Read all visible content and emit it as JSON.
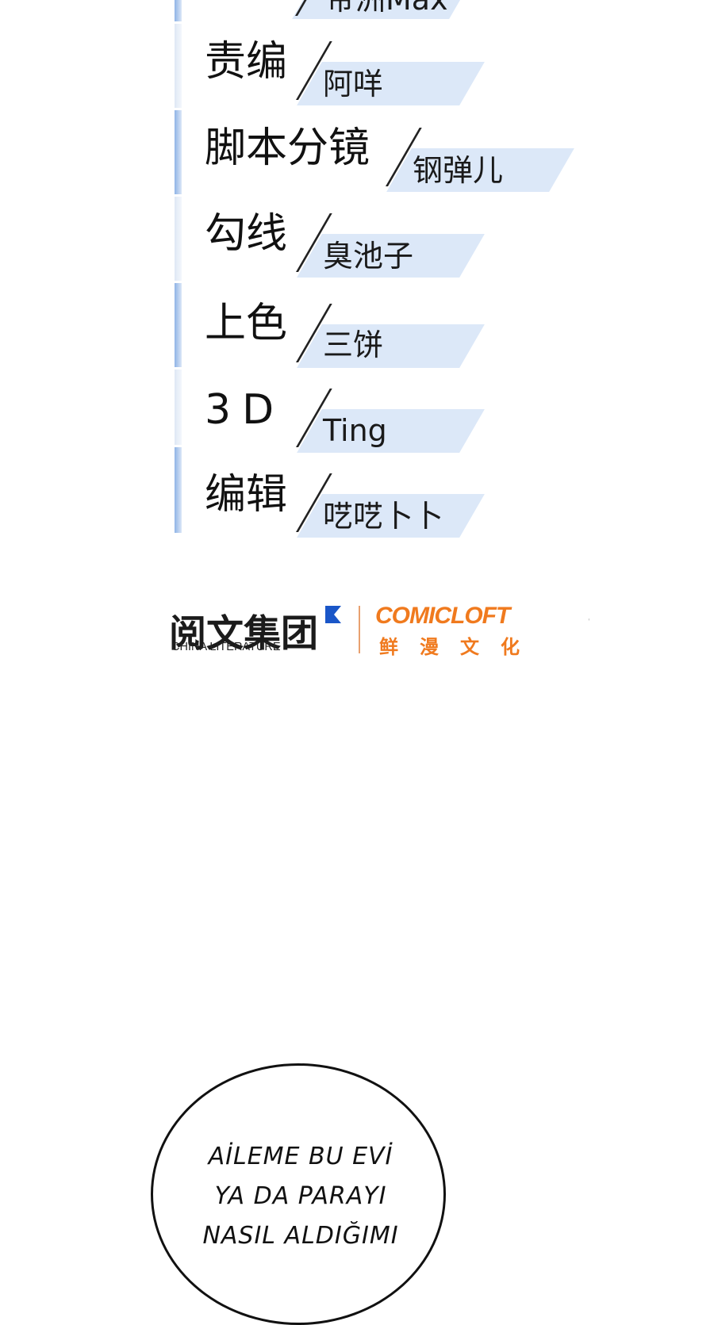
{
  "credits": [
    {
      "role": "",
      "name": "帝洲Max"
    },
    {
      "role": "责编",
      "name": "阿咩"
    },
    {
      "role": "脚本分镜",
      "name": "钢弹儿"
    },
    {
      "role": "勾线",
      "name": "臭池子"
    },
    {
      "role": "上色",
      "name": "三饼"
    },
    {
      "role": "3D",
      "name": "Ting"
    },
    {
      "role": "编辑",
      "name": "呓呓卜卜"
    }
  ],
  "logos": {
    "china_literature_cn": "阅文集团",
    "china_literature_en": "CHINA LITERATURE",
    "comicloft_en": "COMICLOFT",
    "comicloft_cn": "鲜漫文化"
  },
  "bubble": {
    "lines": [
      "AİLEME BU EVİ",
      "YA DA PARAYI",
      "NASIL ALDIĞIMI"
    ]
  },
  "colors": {
    "tag_bg": "#dce8f8",
    "bar_accent": "#8fb3e6",
    "comicloft_orange": "#f07a1e",
    "china_lit_blue": "#1a56c8"
  }
}
